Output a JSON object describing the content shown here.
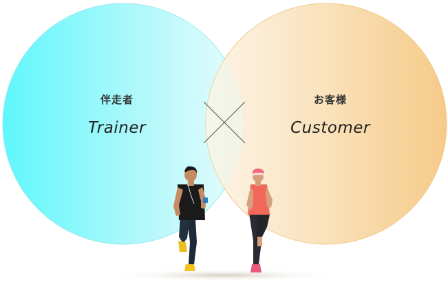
{
  "trainer": {
    "label_jp": "伴走者",
    "label_en": "Trainer",
    "color": "#5ff5fb"
  },
  "customer": {
    "label_jp": "お客様",
    "label_en": "Customer",
    "color": "#f5c97f"
  },
  "connector": {
    "symbol": "cross-icon"
  }
}
